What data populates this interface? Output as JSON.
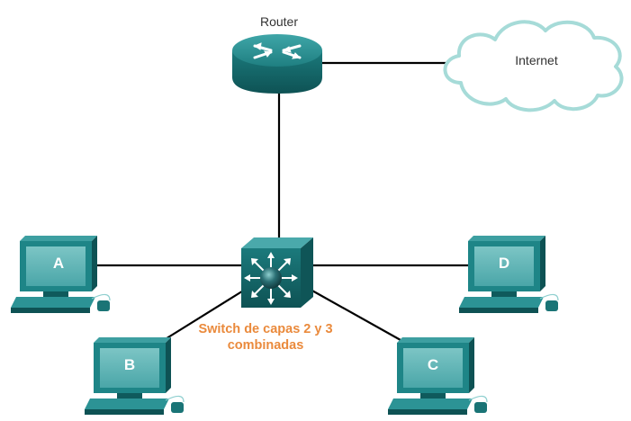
{
  "nodes": {
    "router": {
      "label": "Router"
    },
    "internet": {
      "label": "Internet"
    },
    "switch": {
      "label_line1": "Switch de capas 2 y 3",
      "label_line2": "combinadas"
    },
    "pcs": [
      {
        "id": "a",
        "label": "A"
      },
      {
        "id": "b",
        "label": "B"
      },
      {
        "id": "c",
        "label": "C"
      },
      {
        "id": "d",
        "label": "D"
      }
    ]
  },
  "colors": {
    "device_teal": "#1e8a8c",
    "device_dark": "#0f5a5c",
    "screen": "#5fb6b6",
    "cloud_stroke": "#9ad4d2",
    "link": "#000000",
    "switch_label": "#ea8a3c"
  },
  "icons": [
    "router-icon",
    "cloud-icon",
    "multilayer-switch-icon",
    "desktop-pc-icon"
  ]
}
